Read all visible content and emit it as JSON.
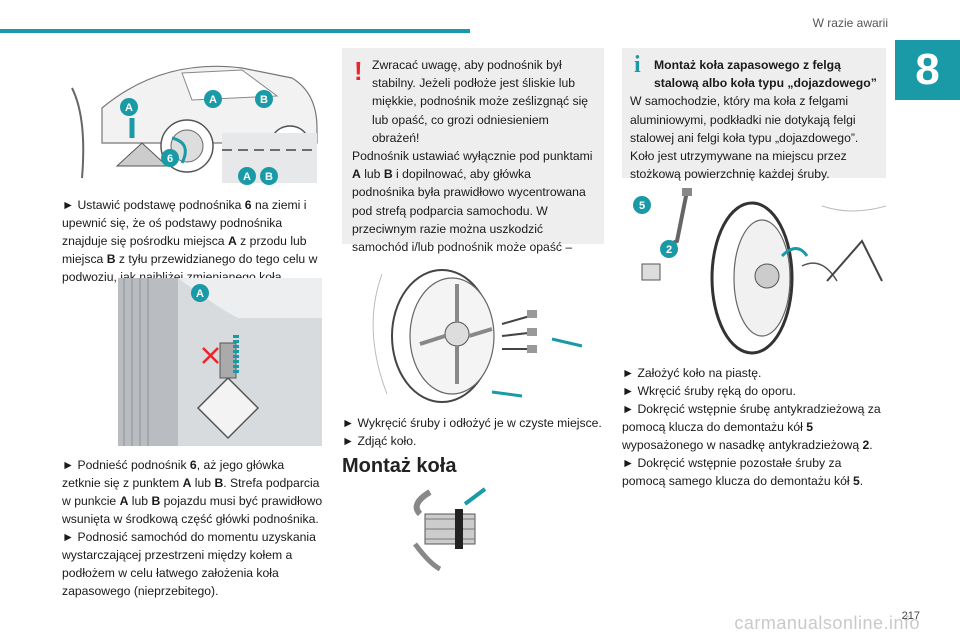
{
  "header": {
    "section_title": "W razie awarii",
    "chapter_number": "8",
    "page_number": "217",
    "watermark": "carmanualsonline.info"
  },
  "figures": {
    "fig1": {
      "labels": [
        "A",
        "B",
        "6",
        "A",
        "B"
      ]
    },
    "fig2": {
      "labels": [
        "A"
      ]
    },
    "fig5": {
      "labels": [
        "5",
        "2"
      ]
    }
  },
  "col1": {
    "p1": {
      "prefix": "► Ustawić podstawę podnośnika ",
      "b1": "6",
      "t1": " na ziemi i upewnić się, że oś podstawy podnośnika znajduje się pośrodku miejsca ",
      "b2": "A",
      "t2": " z przodu lub miejsca ",
      "b3": "B",
      "t3": " z tyłu przewidzianego do tego celu w podwoziu, jak najbliżej zmienianego koła."
    },
    "p2": {
      "prefix": "► Podnieść podnośnik ",
      "b1": "6",
      "t1": ", aż jego główka zetknie się z punktem ",
      "b2": "A",
      "t2": " lub ",
      "b3": "B",
      "t3": ". Strefa podparcia w punkcie ",
      "b4": "A",
      "t4": " lub ",
      "b5": "B",
      "t5": " pojazdu musi być prawidłowo wsunięta w środkową część główki podnośnika."
    },
    "p3": "► Podnosić samochód do momentu uzyskania wystarczającej przestrzeni między kołem a podłożem w celu łatwego założenia koła zapasowego (nieprzebitego)."
  },
  "warning": {
    "icon": "!",
    "first": "Zwracać uwagę, aby podnośnik był stabilny. Jeżeli podłoże jest śliskie lub miękkie, podnośnik może ześlizgnąć się lub opaść, co grozi odniesieniem obrażeń!",
    "second_a": "Podnośnik ustawiać wyłącznie pod punktami ",
    "b1": "A",
    "second_b": " lub ",
    "b2": "B",
    "second_c": " i dopilnować, aby główka podnośnika była prawidłowo wycentrowana pod strefą podparcia samochodu. W przeciwnym razie można uszkodzić samochód i/lub podnośnik może opaść – grozi to zranieniem!"
  },
  "col2": {
    "item1": "► Wykręcić śruby i odłożyć je w czyste miejsce.",
    "item2": "► Zdjąć koło.",
    "heading": "Montaż koła"
  },
  "info": {
    "icon": "i",
    "title": "Montaż koła zapasowego z felgą stalową albo koła typu „dojazdowego”",
    "body": "W samochodzie, który ma koła z felgami aluminiowymi, podkładki nie dotykają felgi stalowej ani felgi koła typu „dojazdowego”. Koło jest utrzymywane na miejscu przez stożkową powierzchnię każdej śruby."
  },
  "col3": {
    "item1": "► Założyć koło na piastę.",
    "item2": "► Wkręcić śruby ręką do oporu.",
    "item3_a": "► Dokręcić wstępnie śrubę antykradzieżową za pomocą klucza do demontażu kół ",
    "item3_b1": "5",
    "item3_b": " wyposażonego w nasadkę antykradzieżową ",
    "item3_b2": "2",
    "item3_c": ".",
    "item4_a": "► Dokręcić wstępnie pozostałe śruby za pomocą samego klucza do demontażu kół ",
    "item4_b": "5",
    "item4_c": "."
  },
  "colors": {
    "accent": "#1a9aa6",
    "warning": "#e8262c",
    "box": "#eeeeee"
  }
}
